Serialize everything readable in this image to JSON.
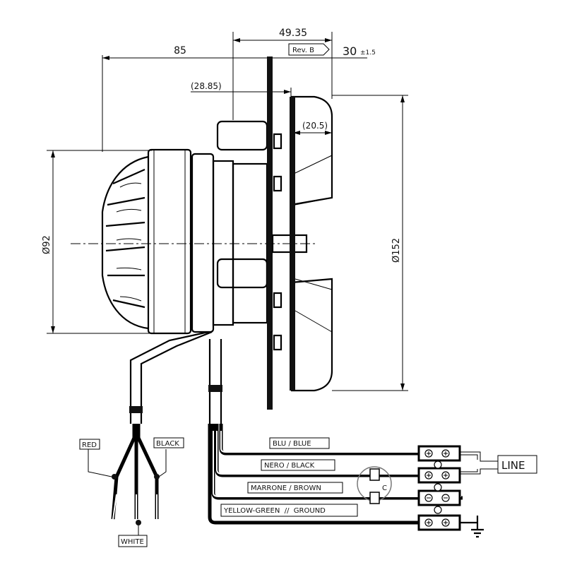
{
  "dimensions": {
    "overall_length": "85",
    "body_length": "49.35",
    "revision": "Rev. B",
    "impeller_offset": "30",
    "tolerance": "±1.5",
    "plate_offset": "(28.85)",
    "impeller_width": "(20.5)",
    "motor_diameter": "Ø92",
    "impeller_diameter": "Ø152"
  },
  "motor_leads": {
    "red": "RED",
    "black": "BLACK",
    "white": "WHITE"
  },
  "wiring": {
    "blue": "BLU / BLUE",
    "black": "NERO / BLACK",
    "brown": "MARRONE / BROWN",
    "ground": "YELLOW-GREEN  //  GROUND",
    "capacitor": "C",
    "line": "LINE"
  }
}
